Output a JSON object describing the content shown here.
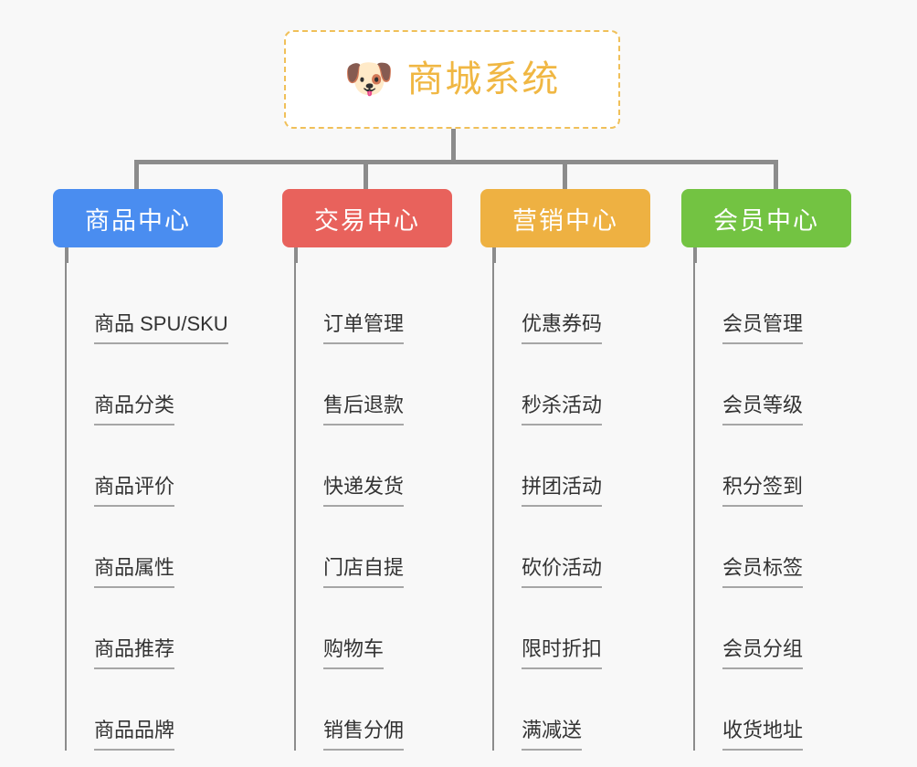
{
  "diagram": {
    "type": "mind-map",
    "title": "商城系统",
    "background_color": "#f8f8f8",
    "root": {
      "label": "商城系统",
      "icon": "shiba-dog-emoji",
      "glyph": "🐶",
      "text_color": "#f0b743",
      "border_color": "#f0c059",
      "background_color": "#ffffff"
    },
    "branches": [
      {
        "label": "商品中心",
        "color": "#4a8df0",
        "items": [
          {
            "label": "商品 SPU/SKU"
          },
          {
            "label": "商品分类"
          },
          {
            "label": "商品评价"
          },
          {
            "label": "商品属性"
          },
          {
            "label": "商品推荐"
          },
          {
            "label": "商品品牌"
          }
        ]
      },
      {
        "label": "交易中心",
        "color": "#e8625c",
        "items": [
          {
            "label": "订单管理"
          },
          {
            "label": "售后退款"
          },
          {
            "label": "快递发货"
          },
          {
            "label": "门店自提"
          },
          {
            "label": "购物车"
          },
          {
            "label": "销售分佣"
          }
        ]
      },
      {
        "label": "营销中心",
        "color": "#eeb142",
        "items": [
          {
            "label": "优惠券码"
          },
          {
            "label": "秒杀活动"
          },
          {
            "label": "拼团活动"
          },
          {
            "label": "砍价活动"
          },
          {
            "label": "限时折扣"
          },
          {
            "label": "满减送"
          }
        ]
      },
      {
        "label": "会员中心",
        "color": "#73c342",
        "items": [
          {
            "label": "会员管理"
          },
          {
            "label": "会员等级"
          },
          {
            "label": "积分签到"
          },
          {
            "label": "会员标签"
          },
          {
            "label": "会员分组"
          },
          {
            "label": "收货地址"
          }
        ]
      }
    ]
  }
}
